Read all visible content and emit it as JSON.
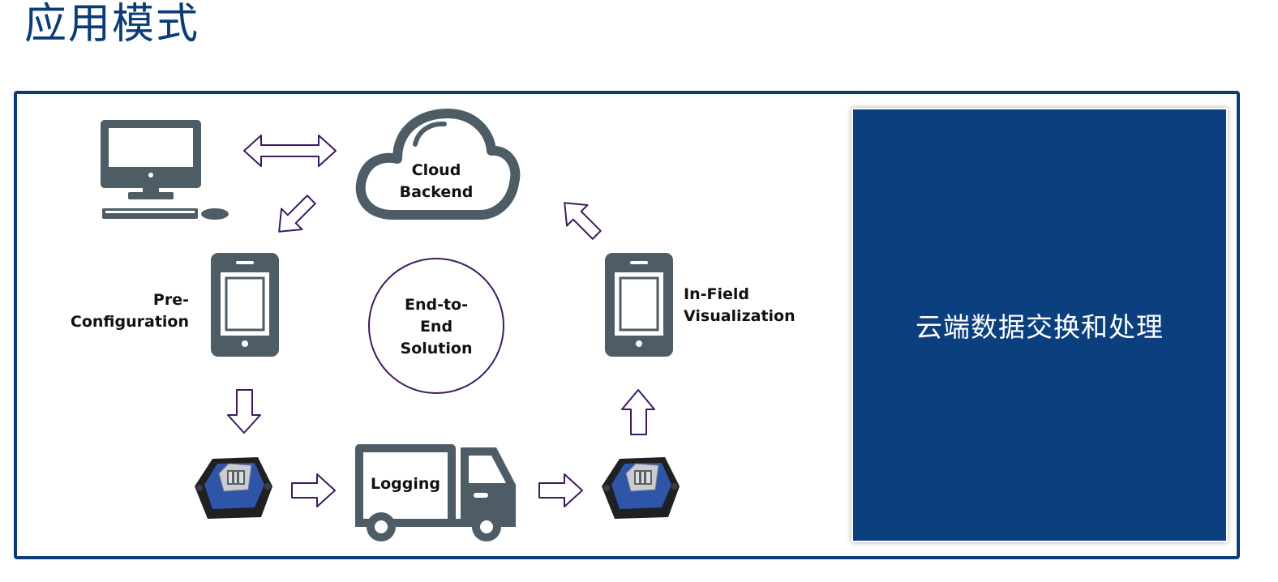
{
  "page": {
    "title": "应用模式"
  },
  "diagram": {
    "center_label": [
      "End-to-",
      "End",
      "Solution"
    ],
    "cloud_label": [
      "Cloud",
      "Backend"
    ],
    "preconfig_label": [
      "Pre-",
      "Configuration"
    ],
    "infield_label": [
      "In-Field",
      "Visualization"
    ],
    "truck_label": "Logging",
    "icons": [
      "desktop-computer-icon",
      "cloud-icon",
      "smartphone-icon",
      "sensor-logger-icon",
      "delivery-truck-icon"
    ],
    "colors": {
      "icon_gray": "#4d5c65",
      "arrow_purple": "#3d1a5e",
      "frame_blue": "#0b3c78",
      "sensor_blue": "#2e55a8"
    }
  },
  "info_panel": {
    "text": "云端数据交换和处理",
    "background": "#0b3f7d"
  }
}
